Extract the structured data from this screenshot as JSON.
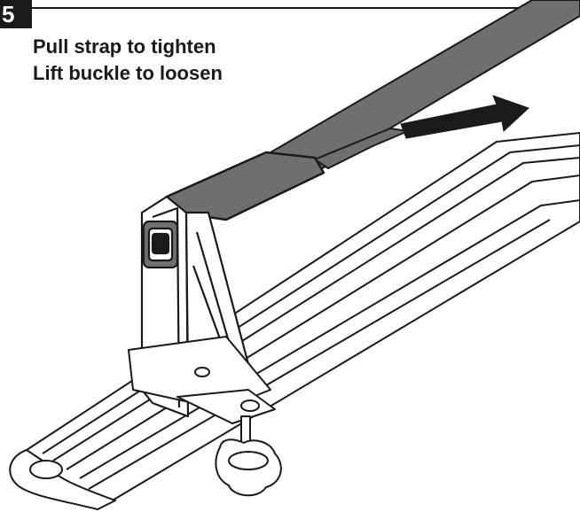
{
  "step": {
    "number": "5"
  },
  "instructions": {
    "line1": "Pull strap to tighten",
    "line2": "Lift buckle to loosen"
  },
  "colors": {
    "ink": "#1a1a1a",
    "strap": "#6f6f6f",
    "paper": "#ffffff"
  },
  "icons": {
    "direction_arrow": "arrow-right-icon"
  }
}
